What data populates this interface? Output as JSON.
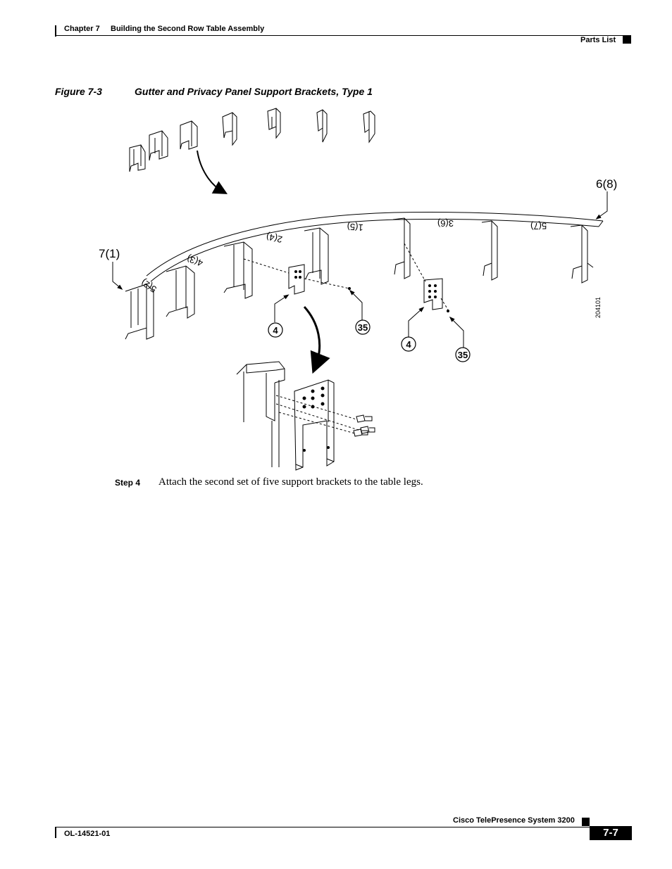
{
  "header": {
    "chapter": "Chapter 7",
    "chapter_title": "Building the Second Row Table Assembly",
    "section": "Parts List"
  },
  "figure": {
    "number": "Figure 7-3",
    "title": "Gutter and Privacy Panel Support Brackets, Type 1",
    "callouts": {
      "left_bracket": "7(1)",
      "right_bracket": "6(8)",
      "part_a_1": "4",
      "part_b_1": "35",
      "part_a_2": "4",
      "part_b_2": "35"
    },
    "top_labels": [
      "2(4)",
      "1(5)",
      "3(6)",
      "5(7)",
      "4(3)",
      "5(2)"
    ],
    "art_id": "204101"
  },
  "step": {
    "label": "Step 4",
    "text": "Attach the second set of five support brackets to the table legs."
  },
  "footer": {
    "product": "Cisco TelePresence System 3200",
    "doc_id": "OL-14521-01",
    "page": "7-7"
  }
}
